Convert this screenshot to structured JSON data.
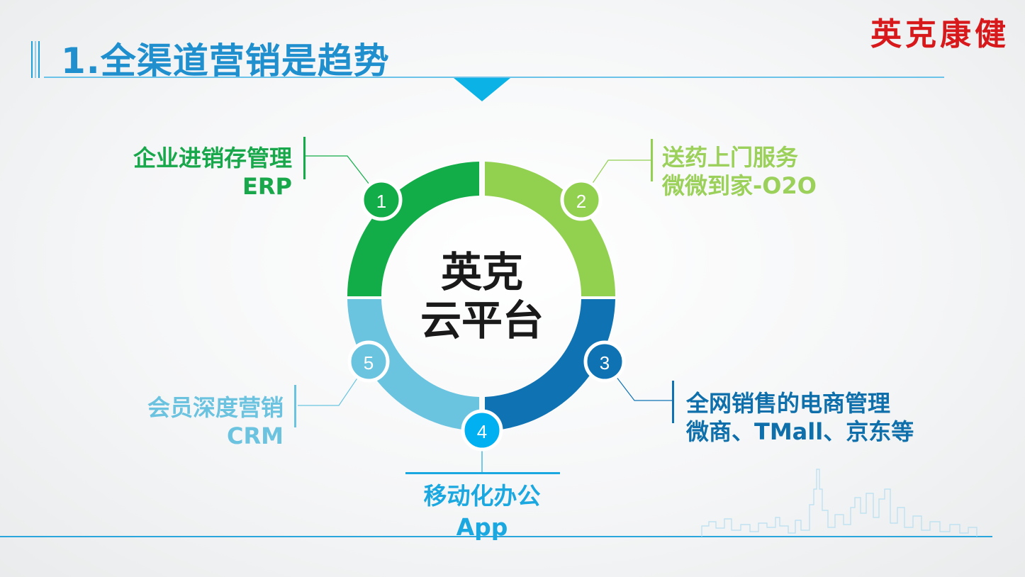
{
  "header": {
    "title": "1.全渠道营销是趋势",
    "logo_text": "英克康健"
  },
  "center": {
    "line1": "英克",
    "line2": "云平台"
  },
  "segments": [
    {
      "number": "1",
      "line1": "企业进销存管理",
      "line2": "ERP",
      "color": "#12ad48"
    },
    {
      "number": "2",
      "line1": "送药上门服务",
      "line2": "微微到家-O2O",
      "color": "#92d050"
    },
    {
      "number": "3",
      "line1": "全网销售的电商管理",
      "line2": "微商、TMall、京东等",
      "color": "#0f73b3"
    },
    {
      "number": "4",
      "line1": "移动化办公",
      "line2": "App",
      "color": "#00b0f0"
    },
    {
      "number": "5",
      "line1": "会员深度营销",
      "line2": "CRM",
      "color": "#6ac4e0"
    }
  ],
  "colors": {
    "title": "#1f8fce",
    "logo": "#d7191c",
    "accent_line": "#1ba8e0"
  }
}
